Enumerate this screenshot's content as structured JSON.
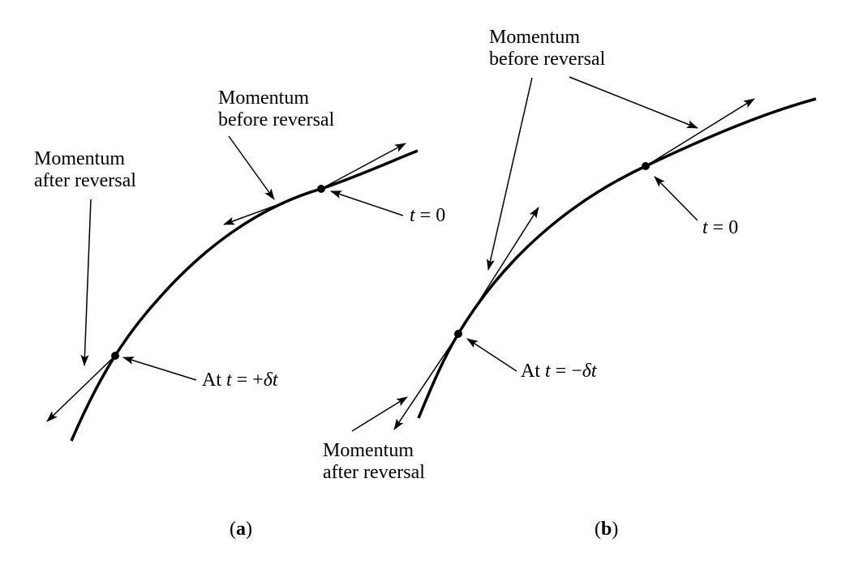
{
  "panel_a": {
    "caption_open": "(",
    "caption_letter": "a",
    "caption_close": ")",
    "momentum_before": {
      "line1": "Momentum",
      "line2": "before reversal"
    },
    "momentum_after": {
      "line1": "Momentum",
      "line2": "after reversal"
    },
    "t_zero": {
      "var": "t",
      "rest": " = 0"
    },
    "at_delta": {
      "prefix": "At ",
      "var": "t",
      "mid": " = +",
      "delta": "δt"
    }
  },
  "panel_b": {
    "caption_open": "(",
    "caption_letter": "b",
    "caption_close": ")",
    "momentum_before": {
      "line1": "Momentum",
      "line2": "before reversal"
    },
    "momentum_after": {
      "line1": "Momentum",
      "line2": "after reversal"
    },
    "t_zero": {
      "var": "t",
      "rest": " = 0"
    },
    "at_delta": {
      "prefix": "At ",
      "var": "t",
      "mid": " = −",
      "delta": "δt"
    }
  }
}
